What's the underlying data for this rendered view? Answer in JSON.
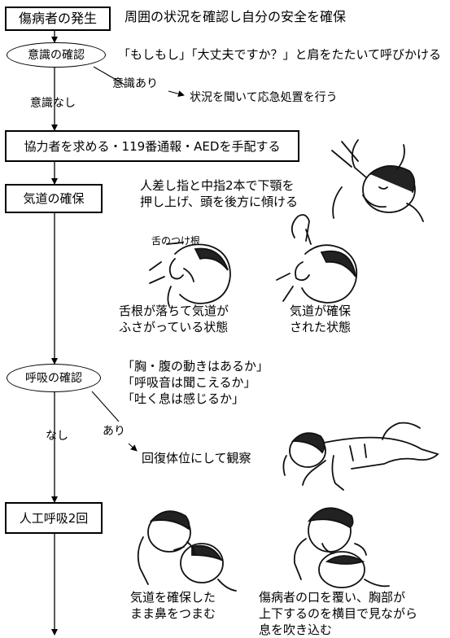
{
  "steps": {
    "occurrence": {
      "label": "傷病者の発生",
      "note": "周囲の状況を確認し自分の安全を確保"
    },
    "consciousness": {
      "label": "意識の確認",
      "note": "「もしもし」「大丈夫ですか？」と肩をたたいて呼びかける",
      "yes_label": "意識あり",
      "yes_action": "状況を聞いて応急処置を行う",
      "no_label": "意識なし"
    },
    "call_help": {
      "label": "協力者を求める・119番通報・AEDを手配する"
    },
    "airway": {
      "label": "気道の確保",
      "note_lines": [
        "人差し指と中指2本で下顎を",
        "押し上げ、頭を後方に傾ける"
      ],
      "tongue_label": "舌のつけ根",
      "blocked_caption": [
        "舌根が落ちて気道が",
        "ふさがっている状態"
      ],
      "open_caption": [
        "気道が確保",
        "された状態"
      ]
    },
    "breathing": {
      "label": "呼吸の確認",
      "checks": [
        "「胸・腹の動きはあるか」",
        "「呼吸音は聞こえるか」",
        "「吐く息は感じるか」"
      ],
      "yes_label": "あり",
      "yes_action": "回復体位にして観察",
      "no_label": "なし"
    },
    "rescue_breaths": {
      "label": "人工呼吸2回",
      "caption_left": [
        "気道を確保した",
        "まま鼻をつまむ"
      ],
      "caption_right": [
        "傷病者の口を覆い、胸部が",
        "上下するのを横目で見ながら",
        "息を吹き込む"
      ]
    }
  },
  "colors": {
    "line": "#000000",
    "ink": "#222222",
    "background": "#ffffff"
  }
}
